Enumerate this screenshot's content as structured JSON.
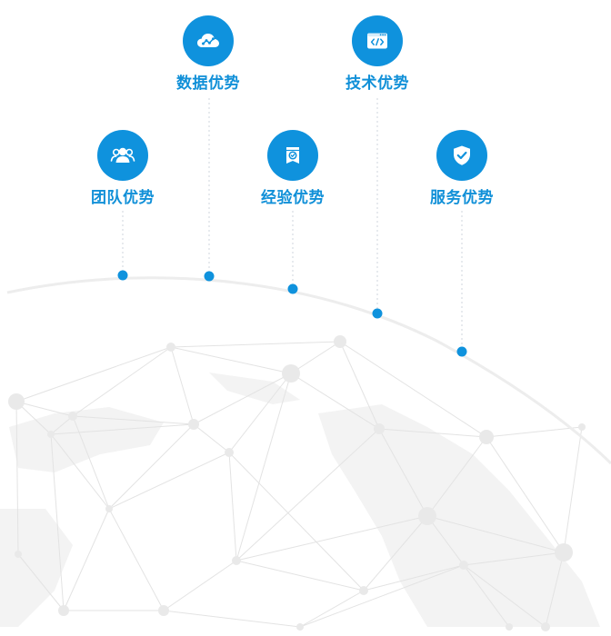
{
  "features": [
    {
      "id": "team",
      "label": "团队优势",
      "icon": "team-icon"
    },
    {
      "id": "data",
      "label": "数据优势",
      "icon": "cloud-data-icon"
    },
    {
      "id": "experience",
      "label": "经验优势",
      "icon": "certificate-icon"
    },
    {
      "id": "tech",
      "label": "技术优势",
      "icon": "code-window-icon"
    },
    {
      "id": "service",
      "label": "服务优势",
      "icon": "shield-check-icon"
    }
  ],
  "colors": {
    "accent": "#0f92dd",
    "label": "#1190d8",
    "connector": "#cfd6dc",
    "arc": "#eeeeee",
    "network": "#e3e3e3"
  }
}
